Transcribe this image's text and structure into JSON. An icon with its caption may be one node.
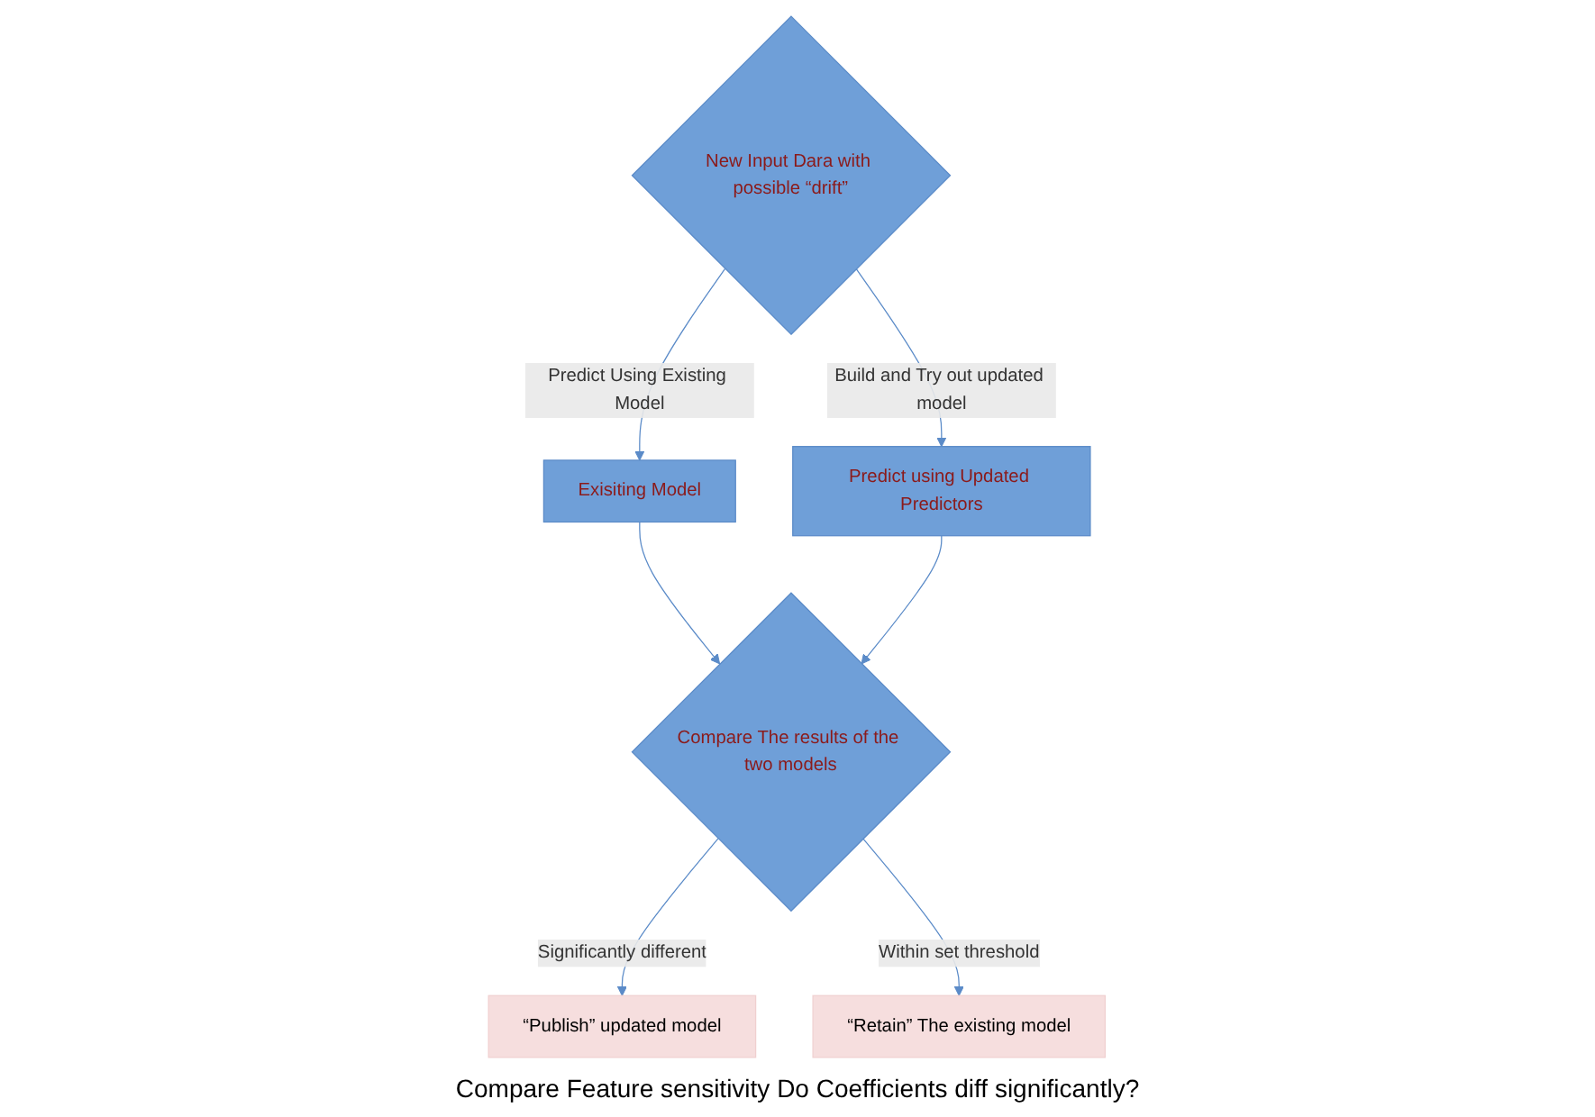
{
  "diagram": {
    "nodes": [
      {
        "text": [
          "New Input Dara with possible “drift”"
        ]
      },
      {
        "text": [
          "Exisiting Model"
        ]
      },
      {
        "text": [
          "Predict using Updated Predictors"
        ]
      },
      {
        "text": [
          "Compare The results of the two models"
        ]
      },
      {
        "text": [
          "“Publish” updated model"
        ]
      },
      {
        "text": [
          "“Retain” The existing model"
        ]
      }
    ],
    "edges": [
      {
        "from": 0,
        "to": 1,
        "arrow": "to",
        "label": "Predict Using Existing Model"
      },
      {
        "from": 0,
        "to": 2,
        "arrow": "to",
        "label": "Build and Try out updated model"
      },
      {
        "from": 1,
        "to": 3,
        "arrow": "to"
      },
      {
        "from": 2,
        "to": 3,
        "arrow": "to"
      },
      {
        "from": 3,
        "to": 4,
        "arrow": "to",
        "label": "Significantly different"
      },
      {
        "from": 3,
        "to": 5,
        "arrow": "to",
        "label": "Within set threshold"
      }
    ],
    "labels": [
      "Compare Feature sensitivity Do Coefficients diff significantly?"
    ]
  }
}
